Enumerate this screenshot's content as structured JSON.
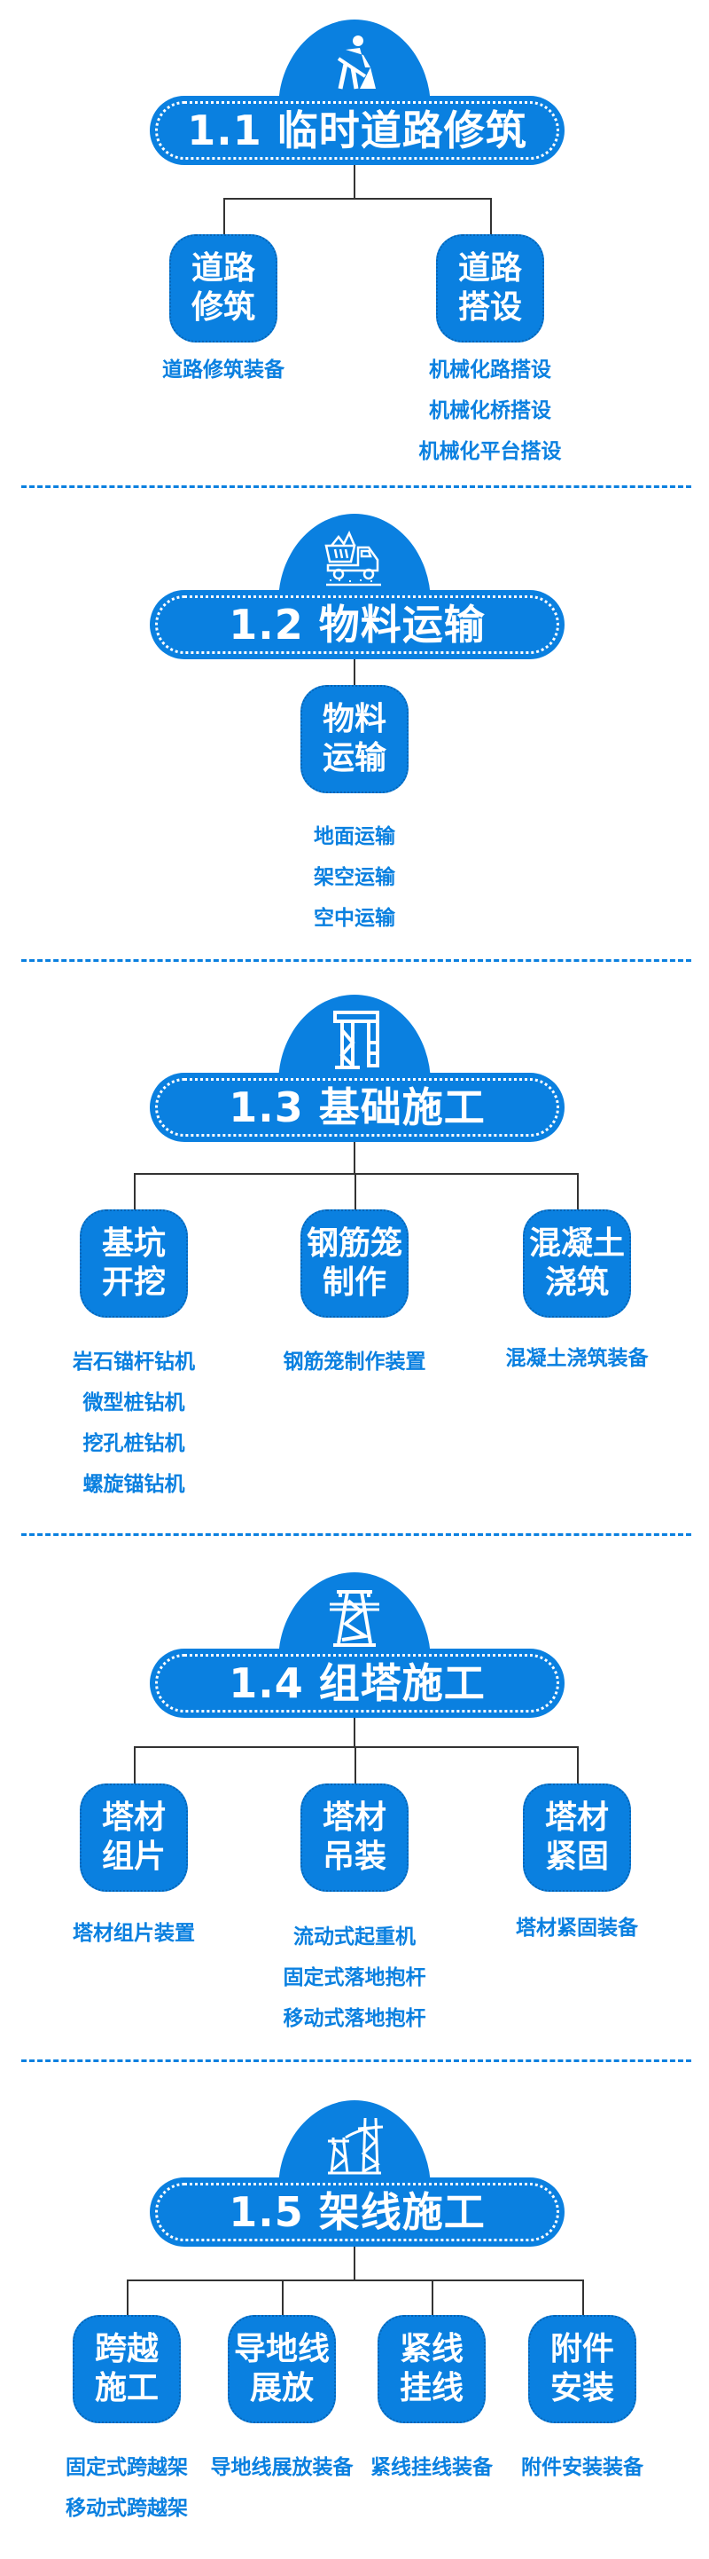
{
  "colors": {
    "primary": "#0a80e0",
    "connector": "#333333"
  },
  "sections": [
    {
      "title": "1.1 临时道路修筑",
      "icon": "road-worker-icon",
      "children": [
        {
          "label": "道路\n修筑",
          "items": [
            "道路修筑装备"
          ]
        },
        {
          "label": "道路\n搭设",
          "items": [
            "机械化路搭设",
            "机械化桥搭设",
            "机械化平台搭设"
          ]
        }
      ]
    },
    {
      "title": "1.2 物料运输",
      "icon": "dump-truck-icon",
      "children": [
        {
          "label": "物料\n运输",
          "items": [
            "地面运输",
            "架空运输",
            "空中运输"
          ]
        }
      ]
    },
    {
      "title": "1.3 基础施工",
      "icon": "tower-crane-icon",
      "children": [
        {
          "label": "基坑\n开挖",
          "items": [
            "岩石锚杆钻机",
            "微型桩钻机",
            "挖孔桩钻机",
            "螺旋锚钻机"
          ]
        },
        {
          "label": "钢筋笼\n制作",
          "items": [
            "钢筋笼制作装置"
          ]
        },
        {
          "label": "混凝土\n浇筑",
          "items": [
            "混凝土浇筑装备"
          ]
        }
      ]
    },
    {
      "title": "1.4 组塔施工",
      "icon": "transmission-tower-icon",
      "children": [
        {
          "label": "塔材\n组片",
          "items": [
            "塔材组片装置"
          ]
        },
        {
          "label": "塔材\n吊装",
          "items": [
            "流动式起重机",
            "固定式落地抱杆",
            "移动式落地抱杆"
          ]
        },
        {
          "label": "塔材\n紧固",
          "items": [
            "塔材紧固装备"
          ]
        }
      ]
    },
    {
      "title": "1.5 架线施工",
      "icon": "power-line-towers-icon",
      "children": [
        {
          "label": "跨越\n施工",
          "items": [
            "固定式跨越架",
            "移动式跨越架"
          ]
        },
        {
          "label": "导地线\n展放",
          "items": [
            "导地线展放装备"
          ]
        },
        {
          "label": "紧线\n挂线",
          "items": [
            "紧线挂线装备"
          ]
        },
        {
          "label": "附件\n安装",
          "items": [
            "附件安装装备"
          ]
        }
      ]
    }
  ]
}
